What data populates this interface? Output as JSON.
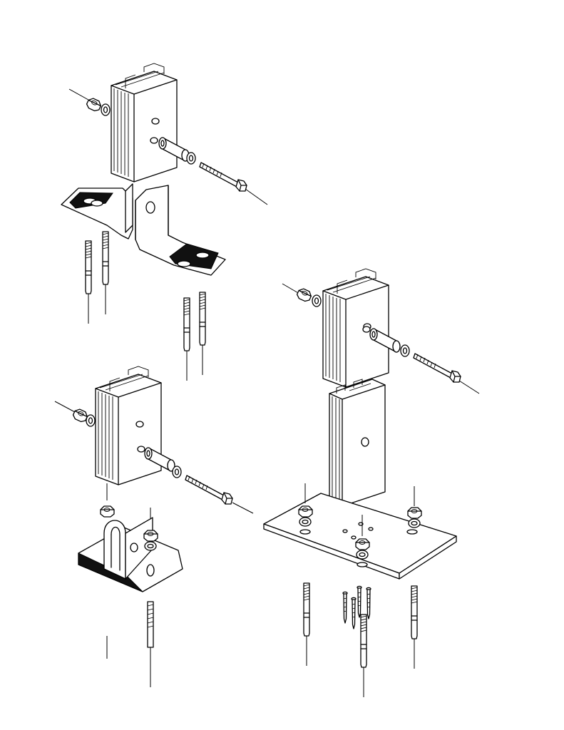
{
  "figure": {
    "kind": "exploded assembly drawing",
    "line_color": "#000000",
    "background": "#ffffff"
  },
  "assemblies": [
    {
      "id": "top-left",
      "parts": [
        "aluminum-post",
        "hex-nut",
        "flat-washer",
        "spacer-sleeve",
        "flat-washer",
        "hex-bolt",
        "split-bracket-left",
        "split-bracket-right",
        "anchor-bolt",
        "anchor-bolt",
        "anchor-bolt",
        "anchor-bolt"
      ],
      "leader_lines": 6
    },
    {
      "id": "bottom-left",
      "parts": [
        "aluminum-post",
        "hex-nut",
        "flat-washer",
        "spacer-sleeve",
        "flat-washer",
        "hex-bolt",
        "u-channel-bracket",
        "hex-nut",
        "hex-nut",
        "anchor-bolt"
      ],
      "leader_lines": 4
    },
    {
      "id": "right",
      "parts": [
        "aluminum-post",
        "hex-nut",
        "flat-washer",
        "spacer-sleeve",
        "flat-washer",
        "hex-bolt",
        "post-extrusion",
        "base-plate",
        "hex-nut",
        "hex-nut",
        "hex-nut",
        "small-screw",
        "small-screw",
        "small-screw",
        "anchor-bolt",
        "anchor-bolt",
        "anchor-bolt"
      ],
      "leader_lines": 8
    }
  ],
  "icons": [
    "hex-nut-icon",
    "washer-icon",
    "bolt-icon",
    "anchor-bolt-icon",
    "post-icon",
    "bracket-icon",
    "base-plate-icon"
  ]
}
